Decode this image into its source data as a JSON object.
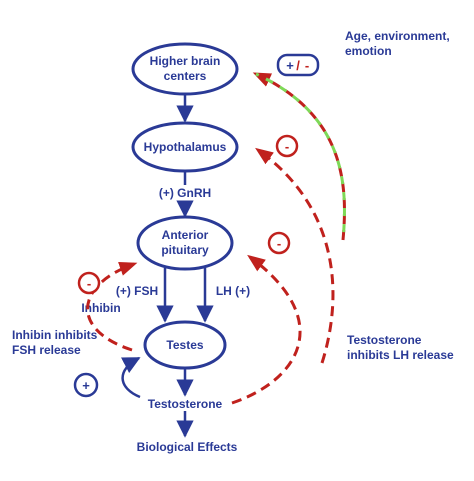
{
  "colors": {
    "primary_blue": "#2a3a96",
    "feedback_red": "#c0211d",
    "modulation_green": "#7ed957",
    "background": "#ffffff"
  },
  "nodes": {
    "higher_brain": {
      "line1": "Higher brain",
      "line2": "centers"
    },
    "hypothalamus": {
      "label": "Hypothalamus"
    },
    "anterior_pituitary": {
      "line1": "Anterior",
      "line2": "pituitary"
    },
    "testes": {
      "label": "Testes"
    }
  },
  "labels": {
    "gnrh": "(+) GnRH",
    "fsh": "(+) FSH",
    "lh": "LH (+)",
    "testosterone": "Testosterone",
    "biological_effects": "Biological Effects",
    "inhibin": "Inhibin"
  },
  "notes": {
    "age": {
      "line1": "Age, environment,",
      "line2": "emotion"
    },
    "inhibin_inhibits": {
      "line1": "Inhibin inhibits",
      "line2": "FSH release"
    },
    "testosterone_inhibits": {
      "line1": "Testosterone",
      "line2": "inhibits LH release"
    }
  },
  "signs": {
    "modulation": {
      "plus": "+",
      "slash": "/",
      "minus": "-"
    },
    "hypothalamus_feedback": "-",
    "pituitary_feedback": "-",
    "inhibin_feedback": "-",
    "testosterone_positive": "+"
  }
}
